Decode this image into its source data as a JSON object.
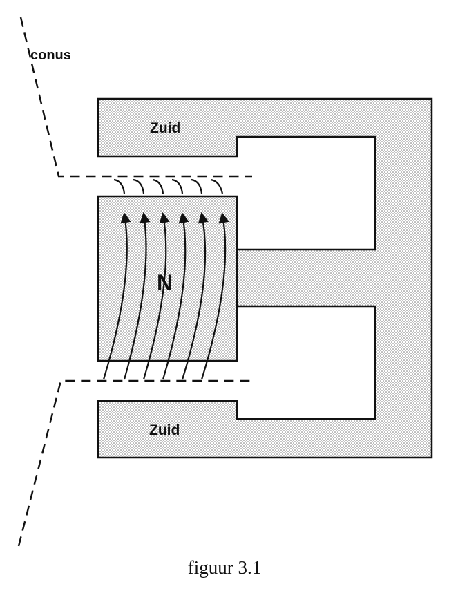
{
  "labels": {
    "cone": "conus",
    "south_top": "Zuid",
    "north": "N",
    "south_bottom": "Zuid",
    "caption": "figuur 3.1"
  },
  "colors": {
    "ink": "#111111",
    "stipple": "#6a6a6a",
    "background": "#ffffff"
  }
}
